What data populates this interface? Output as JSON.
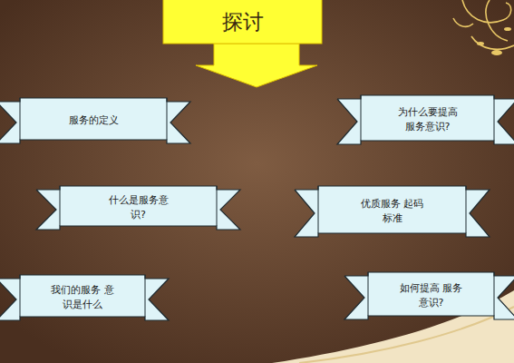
{
  "diagram": {
    "nodes": [
      {
        "text": [
          "探讨"
        ]
      },
      {
        "text": [
          "服务的定义"
        ]
      },
      {
        "text": [
          "为什么要提高 服务意识?"
        ]
      },
      {
        "text": [
          "什么是服务意识?"
        ]
      },
      {
        "text": [
          "优质服务 起码标准"
        ]
      },
      {
        "text": [
          "我们的服务 意识是什么"
        ]
      },
      {
        "text": [
          "如何提高 服务意识?"
        ]
      }
    ],
    "edges": []
  }
}
